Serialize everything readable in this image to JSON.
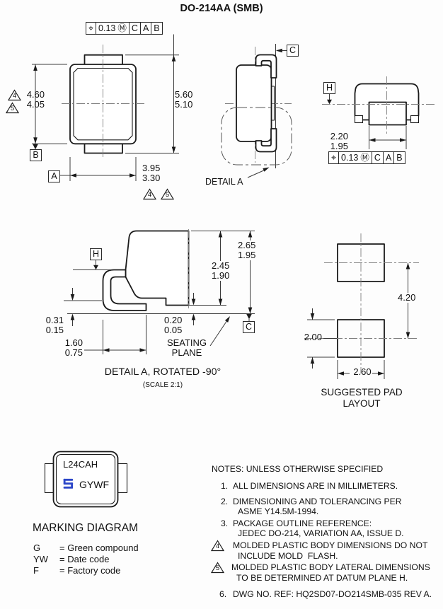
{
  "title": "DO-214AA (SMB)",
  "fcf": {
    "sym": "⌖",
    "tol": "0.13",
    "mod": "Ⓜ",
    "d1": "C",
    "d2": "A",
    "d3": "B"
  },
  "datum": {
    "a": "A",
    "b": "B",
    "c": "C",
    "h": "H"
  },
  "top_view": {
    "body_h_max": "4.60",
    "body_h_min": "4.05",
    "overall_max": "5.60",
    "overall_min": "5.10",
    "body_w_max": "3.95",
    "body_w_min": "3.30",
    "note4": "4",
    "note5": "5"
  },
  "side_view": {
    "detail_label": "DETAIL A"
  },
  "end_view": {
    "tab_max": "2.20",
    "tab_min": "1.95"
  },
  "detail_view": {
    "total_h_max": "2.65",
    "total_h_min": "1.95",
    "body_h_max": "2.45",
    "body_h_min": "1.90",
    "standoff_max": "0.31",
    "standoff_min": "0.15",
    "term_gap_max": "0.20",
    "term_gap_min": "0.05",
    "foot_max": "1.60",
    "foot_min": "0.75",
    "seating1": "SEATING",
    "seating2": "PLANE",
    "caption": "DETAIL A, ROTATED -90°",
    "scale": "(SCALE 2:1)"
  },
  "pad_layout": {
    "pitch": "4.20",
    "pad_h": "2.00",
    "pad_w": "2.60",
    "cap1": "SUGGESTED PAD",
    "cap2": "LAYOUT"
  },
  "marking": {
    "part_number": "L24CAH",
    "code": "GYWF",
    "logo_color": "#2b46c8",
    "logo_icon": "manufacturer-logo",
    "caption": "MARKING DIAGRAM",
    "legend": [
      {
        "key": "G",
        "val": "= Green compound"
      },
      {
        "key": "YW",
        "val": "= Date code"
      },
      {
        "key": "F",
        "val": "= Factory code"
      }
    ]
  },
  "notes": {
    "header": "NOTES: UNLESS OTHERWISE SPECIFIED",
    "items": [
      {
        "num": "1.",
        "lines": [
          "ALL DIMENSIONS ARE IN MILLIMETERS."
        ]
      },
      {
        "num": "2.",
        "lines": [
          "DIMENSIONING AND TOLERANCING PER",
          "ASME Y14.5M-1994."
        ]
      },
      {
        "num": "3.",
        "lines": [
          "PACKAGE OUTLINE REFERENCE:",
          "JEDEC DO-214, VARIATION AA, ISSUE D."
        ]
      },
      {
        "num": "4",
        "tri": true,
        "lines": [
          "MOLDED PLASTIC BODY DIMENSIONS DO NOT",
          "INCLUDE MOLD  FLASH."
        ]
      },
      {
        "num": "5",
        "tri": true,
        "lines": [
          "MOLDED PLASTIC BODY LATERAL DIMENSIONS",
          "TO BE DETERMINED AT DATUM PLANE H."
        ]
      },
      {
        "num": "6.",
        "lines": [
          "DWG NO. REF: HQ2SD07-DO214SMB-035 REV A."
        ]
      }
    ]
  }
}
